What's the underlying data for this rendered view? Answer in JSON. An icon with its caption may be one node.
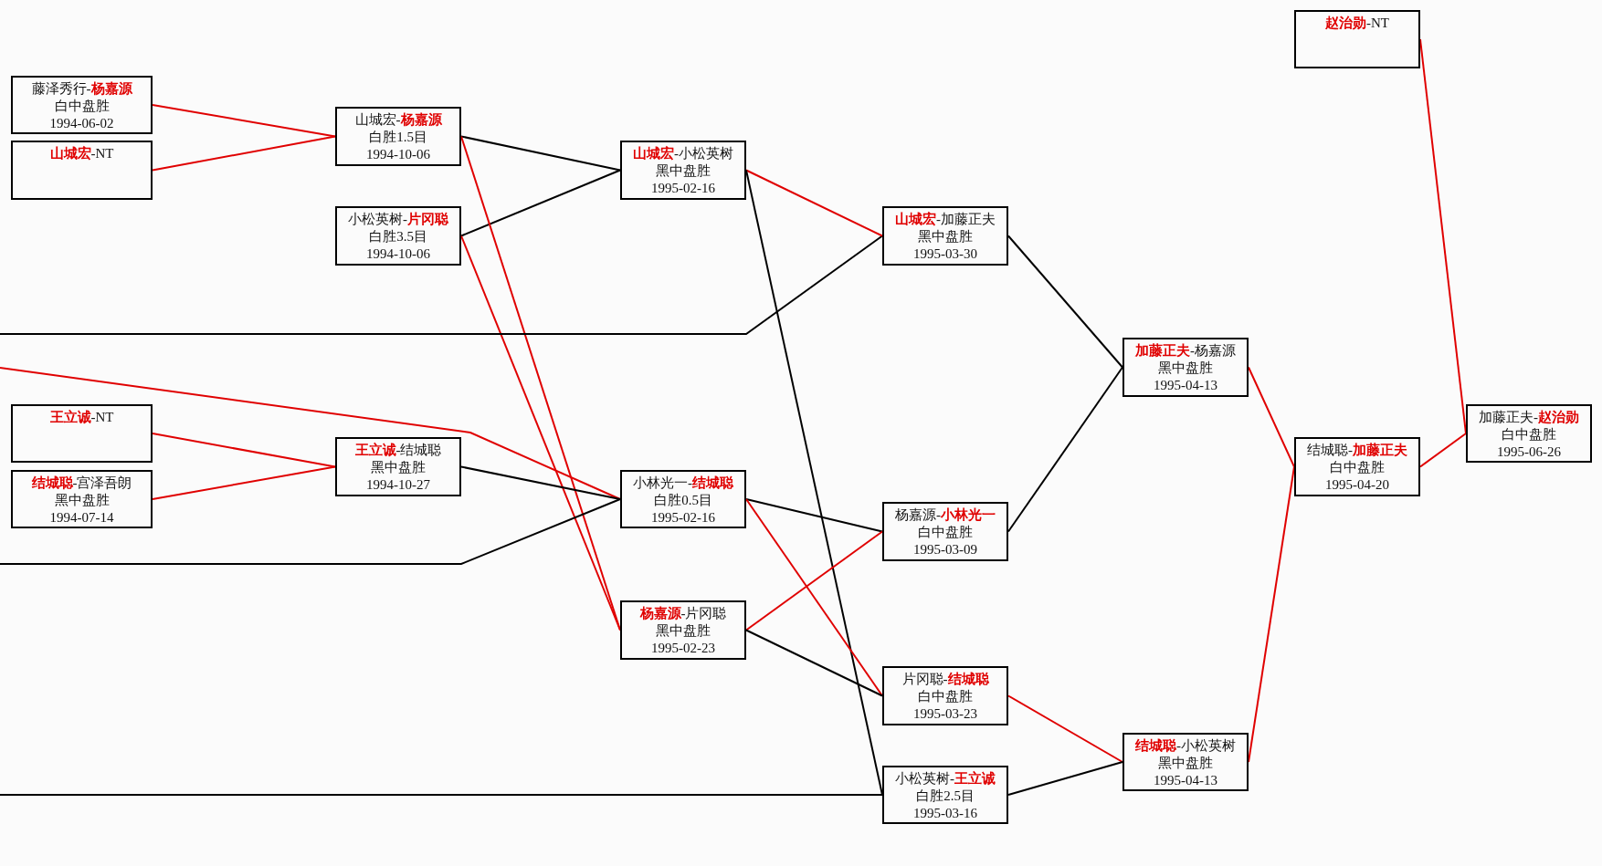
{
  "diagram": {
    "nodes": [
      {
        "text": [
          "藤泽秀行-**杨嘉源**",
          "白中盘胜",
          "1994-06-02"
        ]
      },
      {
        "text": [
          "**山城宏**-NT"
        ]
      },
      {
        "text": [
          "**王立诚**-NT"
        ]
      },
      {
        "text": [
          "**结城聪**-宫泽吾朗",
          "黑中盘胜",
          "1994-07-14"
        ]
      },
      {
        "text": [
          "山城宏-**杨嘉源**",
          "白胜1.5目",
          "1994-10-06"
        ]
      },
      {
        "text": [
          "小松英树-**片冈聪**",
          "白胜3.5目",
          "1994-10-06"
        ]
      },
      {
        "text": [
          "**王立诚**-结城聪",
          "黑中盘胜",
          "1994-10-27"
        ]
      },
      {
        "text": [
          "**山城宏**-小松英树",
          "黑中盘胜",
          "1995-02-16"
        ]
      },
      {
        "text": [
          "小林光一-**结城聪**",
          "白胜0.5目",
          "1995-02-16"
        ]
      },
      {
        "text": [
          "**杨嘉源**-片冈聪",
          "黑中盘胜",
          "1995-02-23"
        ]
      },
      {
        "text": [
          "**山城宏**-加藤正夫",
          "黑中盘胜",
          "1995-03-30"
        ]
      },
      {
        "text": [
          "杨嘉源-**小林光一**",
          "白中盘胜",
          "1995-03-09"
        ]
      },
      {
        "text": [
          "片冈聪-**结城聪**",
          "白中盘胜",
          "1995-03-23"
        ]
      },
      {
        "text": [
          "小松英树-**王立诚**",
          "白胜2.5目",
          "1995-03-16"
        ]
      },
      {
        "text": [
          "**加藤正夫**-杨嘉源",
          "黑中盘胜",
          "1995-04-13"
        ]
      },
      {
        "text": [
          "**结城聪**-小松英树",
          "黑中盘胜",
          "1995-04-13"
        ]
      },
      {
        "text": [
          "**赵治勋**-NT"
        ]
      },
      {
        "text": [
          "结城聪-**加藤正夫**",
          "白中盘胜",
          "1995-04-20"
        ]
      },
      {
        "text": [
          "加藤正夫-**赵治勋**",
          "白中盘胜",
          "1995-06-26"
        ]
      }
    ],
    "edges": [
      {
        "from": 0,
        "to": 4,
        "arrow": "none"
      },
      {
        "from": 1,
        "to": 4,
        "arrow": "none"
      },
      {
        "from": 4,
        "to": 7,
        "arrow": "none",
        "color": "#000000"
      },
      {
        "from": 5,
        "to": 7,
        "arrow": "none",
        "color": "#000000"
      },
      {
        "from": 4,
        "to": 9,
        "arrow": "none"
      },
      {
        "from": 5,
        "to": 9,
        "arrow": "none"
      },
      {
        "from": null,
        "to": 10,
        "arrow": "none",
        "color": "#000000"
      },
      {
        "from": 7,
        "to": 10,
        "arrow": "none"
      },
      {
        "from": 7,
        "to": 13,
        "arrow": "none",
        "color": "#000000"
      },
      {
        "from": 2,
        "to": 6,
        "arrow": "none"
      },
      {
        "from": 3,
        "to": 6,
        "arrow": "none"
      },
      {
        "from": null,
        "to": 8,
        "arrow": "none"
      },
      {
        "from": 6,
        "to": 8,
        "arrow": "none",
        "color": "#000000"
      },
      {
        "from": null,
        "to": 8,
        "arrow": "none",
        "color": "#000000"
      },
      {
        "from": 8,
        "to": 11,
        "arrow": "none",
        "color": "#000000"
      },
      {
        "from": 8,
        "to": 12,
        "arrow": "none"
      },
      {
        "from": 9,
        "to": 11,
        "arrow": "none"
      },
      {
        "from": 9,
        "to": 12,
        "arrow": "none",
        "color": "#000000"
      },
      {
        "from": null,
        "to": 13,
        "arrow": "none",
        "color": "#000000"
      },
      {
        "from": 10,
        "to": 14,
        "arrow": "none",
        "color": "#000000"
      },
      {
        "from": 11,
        "to": 14,
        "arrow": "none",
        "color": "#000000"
      },
      {
        "from": 12,
        "to": 15,
        "arrow": "none"
      },
      {
        "from": 13,
        "to": 15,
        "arrow": "none",
        "color": "#000000"
      },
      {
        "from": 14,
        "to": 17,
        "arrow": "none"
      },
      {
        "from": 15,
        "to": 17,
        "arrow": "none"
      },
      {
        "from": 17,
        "to": 18,
        "arrow": "none"
      },
      {
        "from": 16,
        "to": 18,
        "arrow": "none"
      }
    ]
  }
}
